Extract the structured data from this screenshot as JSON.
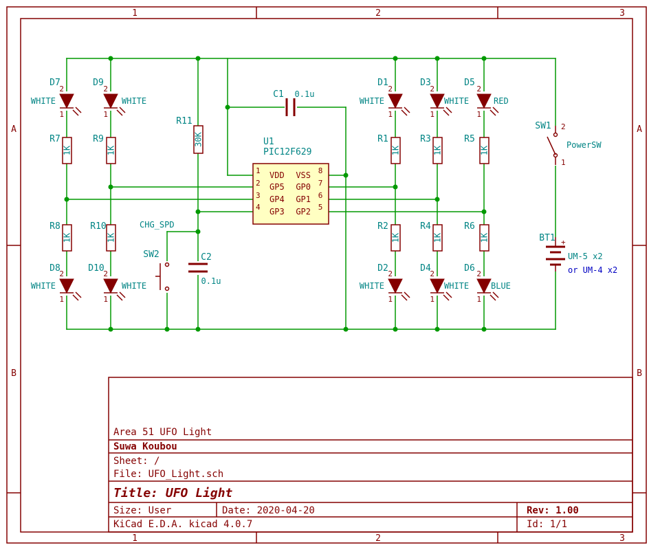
{
  "ruler": {
    "cols": [
      "1",
      "2",
      "3"
    ],
    "rows": [
      "A",
      "B"
    ]
  },
  "components": {
    "D7": {
      "ref": "D7",
      "val": "WHITE"
    },
    "D9": {
      "ref": "D9",
      "val": "WHITE"
    },
    "D8": {
      "ref": "D8",
      "val": "WHITE"
    },
    "D10": {
      "ref": "D10",
      "val": "WHITE"
    },
    "D1": {
      "ref": "D1",
      "val": "WHITE"
    },
    "D3": {
      "ref": "D3",
      "val": "WHITE"
    },
    "D5": {
      "ref": "D5",
      "val": "RED"
    },
    "D2": {
      "ref": "D2",
      "val": "WHITE"
    },
    "D4": {
      "ref": "D4",
      "val": "WHITE"
    },
    "D6": {
      "ref": "D6",
      "val": "BLUE"
    },
    "R7": {
      "ref": "R7",
      "val": "1K"
    },
    "R9": {
      "ref": "R9",
      "val": "1K"
    },
    "R8": {
      "ref": "R8",
      "val": "1K"
    },
    "R10": {
      "ref": "R10",
      "val": "1K"
    },
    "R1": {
      "ref": "R1",
      "val": "1K"
    },
    "R3": {
      "ref": "R3",
      "val": "1K"
    },
    "R5": {
      "ref": "R5",
      "val": "1K"
    },
    "R2": {
      "ref": "R2",
      "val": "1K"
    },
    "R4": {
      "ref": "R4",
      "val": "1K"
    },
    "R6": {
      "ref": "R6",
      "val": "1K"
    },
    "R11": {
      "ref": "R11",
      "val": "30K"
    },
    "C1": {
      "ref": "C1",
      "val": "0.1u"
    },
    "C2": {
      "ref": "C2",
      "val": "0.1u"
    },
    "SW1": {
      "ref": "SW1",
      "val": "PowerSW"
    },
    "SW2": {
      "ref": "SW2"
    },
    "BT1": {
      "ref": "BT1",
      "val": "UM-5 x2"
    },
    "U1": {
      "ref": "U1",
      "val": "PIC12F629"
    }
  },
  "u1_pins": {
    "left": [
      {
        "num": "1",
        "name": "VDD"
      },
      {
        "num": "2",
        "name": "GP5"
      },
      {
        "num": "3",
        "name": "GP4"
      },
      {
        "num": "4",
        "name": "GP3"
      }
    ],
    "right": [
      {
        "num": "8",
        "name": "VSS"
      },
      {
        "num": "7",
        "name": "GP0"
      },
      {
        "num": "6",
        "name": "GP1"
      },
      {
        "num": "5",
        "name": "GP2"
      }
    ]
  },
  "pin_numbers": {
    "led_anode": "2",
    "led_cathode": "1",
    "sw_top": "2",
    "sw_bottom": "1"
  },
  "battery_plus": "+",
  "net_label": "CHG_SPD",
  "note": "or UM-4 x2",
  "title_block": {
    "project": "Area 51 UFO Light",
    "company": "Suwa Koubou",
    "sheet": "Sheet: /",
    "file": "File: UFO_Light.sch",
    "title": "Title: UFO Light",
    "size": "Size: User",
    "date": "Date: 2020-04-20",
    "rev": "Rev: 1.00",
    "tool": "KiCad E.D.A.  kicad 4.0.7",
    "id": "Id: 1/1"
  },
  "colors": {
    "border": "#840000",
    "wire": "#009900",
    "ref_text": "#008484",
    "ic_fill": "#ffffc2",
    "note": "#0000c2"
  }
}
